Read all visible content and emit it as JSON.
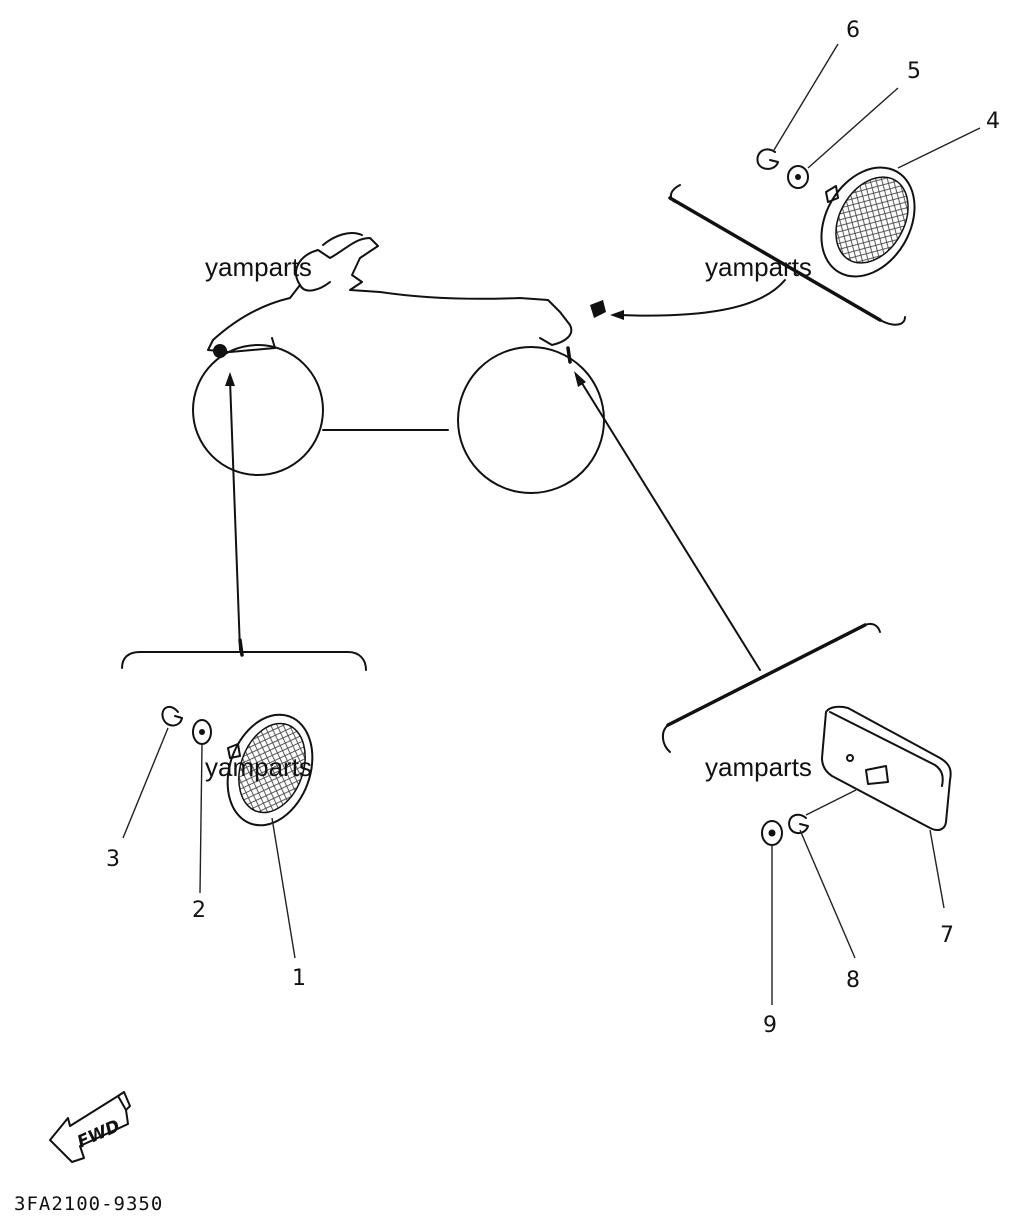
{
  "callouts": {
    "c1": "1",
    "c2": "2",
    "c3": "3",
    "c4": "4",
    "c5": "5",
    "c6": "6",
    "c7": "7",
    "c8": "8",
    "c9": "9"
  },
  "watermarks": [
    "yamparts",
    "yamparts",
    "yamparts",
    "yamparts"
  ],
  "direction_label": "FWD",
  "diagram_code": "3FA2100-9350"
}
